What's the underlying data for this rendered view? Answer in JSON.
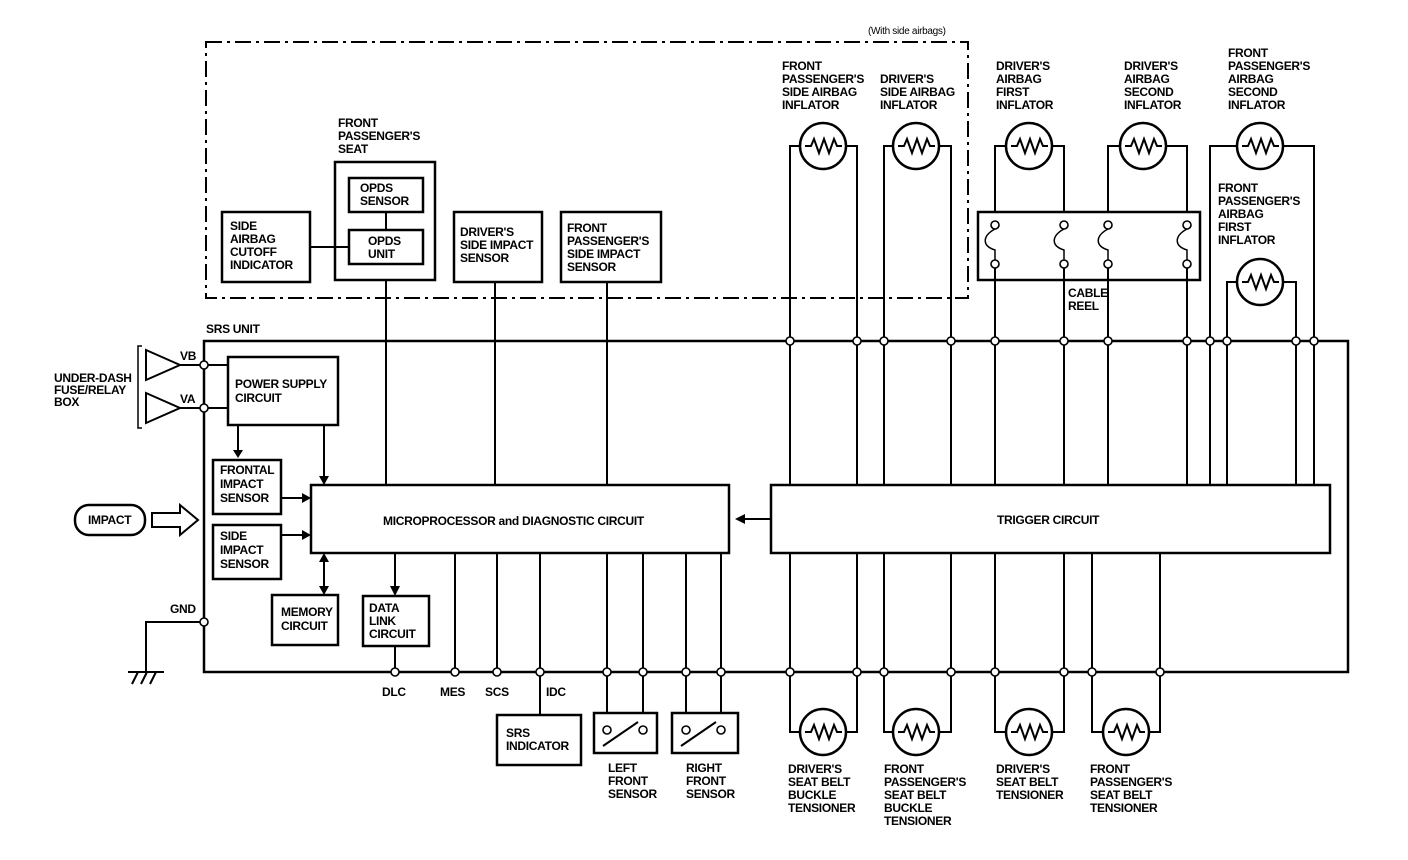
{
  "note_side_airbags": "(With side airbags)",
  "labels": {
    "srs_unit": "SRS UNIT",
    "under_dash": [
      "UNDER-DASH",
      "FUSE/RELAY",
      "BOX"
    ],
    "vb": "VB",
    "va": "VA",
    "gnd": "GND",
    "impact": "IMPACT",
    "power_supply": [
      "POWER SUPPLY",
      "CIRCUIT"
    ],
    "frontal_impact": [
      "FRONTAL",
      "IMPACT",
      "SENSOR"
    ],
    "side_impact": [
      "SIDE",
      "IMPACT",
      "SENSOR"
    ],
    "memory": [
      "MEMORY",
      "CIRCUIT"
    ],
    "dlc_box": [
      "DATA",
      "LINK",
      "CIRCUIT"
    ],
    "micro": "MICROPROCESSOR and DIAGNOSTIC CIRCUIT",
    "trigger": "TRIGGER CIRCUIT",
    "front_pass_seat": [
      "FRONT",
      "PASSENGER'S",
      "SEAT"
    ],
    "opds_sensor": [
      "OPDS",
      "SENSOR"
    ],
    "opds_unit": [
      "OPDS",
      "UNIT"
    ],
    "cutoff": [
      "SIDE",
      "AIRBAG",
      "CUTOFF",
      "INDICATOR"
    ],
    "drv_side_impact": [
      "DRIVER'S",
      "SIDE IMPACT",
      "SENSOR"
    ],
    "fp_side_impact": [
      "FRONT",
      "PASSENGER'S",
      "SIDE IMPACT",
      "SENSOR"
    ],
    "fp_side_inflator": [
      "FRONT",
      "PASSENGER'S",
      "SIDE AIRBAG",
      "INFLATOR"
    ],
    "drv_side_inflator": [
      "DRIVER'S",
      "SIDE AIRBAG",
      "INFLATOR"
    ],
    "drv_first": [
      "DRIVER'S",
      "AIRBAG",
      "FIRST",
      "INFLATOR"
    ],
    "drv_second": [
      "DRIVER'S",
      "AIRBAG",
      "SECOND",
      "INFLATOR"
    ],
    "fp_second": [
      "FRONT",
      "PASSENGER'S",
      "AIRBAG",
      "SECOND",
      "INFLATOR"
    ],
    "fp_first": [
      "FRONT",
      "PASSENGER'S",
      "AIRBAG",
      "FIRST",
      "INFLATOR"
    ],
    "cable_reel": [
      "CABLE",
      "REEL"
    ],
    "dlc": "DLC",
    "mes": "MES",
    "scs": "SCS",
    "idc": "IDC",
    "srs_indicator": [
      "SRS",
      "INDICATOR"
    ],
    "left_front": [
      "LEFT",
      "FRONT",
      "SENSOR"
    ],
    "right_front": [
      "RIGHT",
      "FRONT",
      "SENSOR"
    ],
    "drv_buckle": [
      "DRIVER'S",
      "SEAT BELT",
      "BUCKLE",
      "TENSIONER"
    ],
    "fp_buckle": [
      "FRONT",
      "PASSENGER'S",
      "SEAT BELT",
      "BUCKLE",
      "TENSIONER"
    ],
    "drv_tensioner": [
      "DRIVER'S",
      "SEAT BELT",
      "TENSIONER"
    ],
    "fp_tensioner": [
      "FRONT",
      "PASSENGER'S",
      "SEAT BELT",
      "TENSIONER"
    ]
  },
  "icons": [
    "resistor-icon",
    "ground-icon",
    "switch-icon",
    "arrow-icon",
    "clockspring-icon"
  ]
}
